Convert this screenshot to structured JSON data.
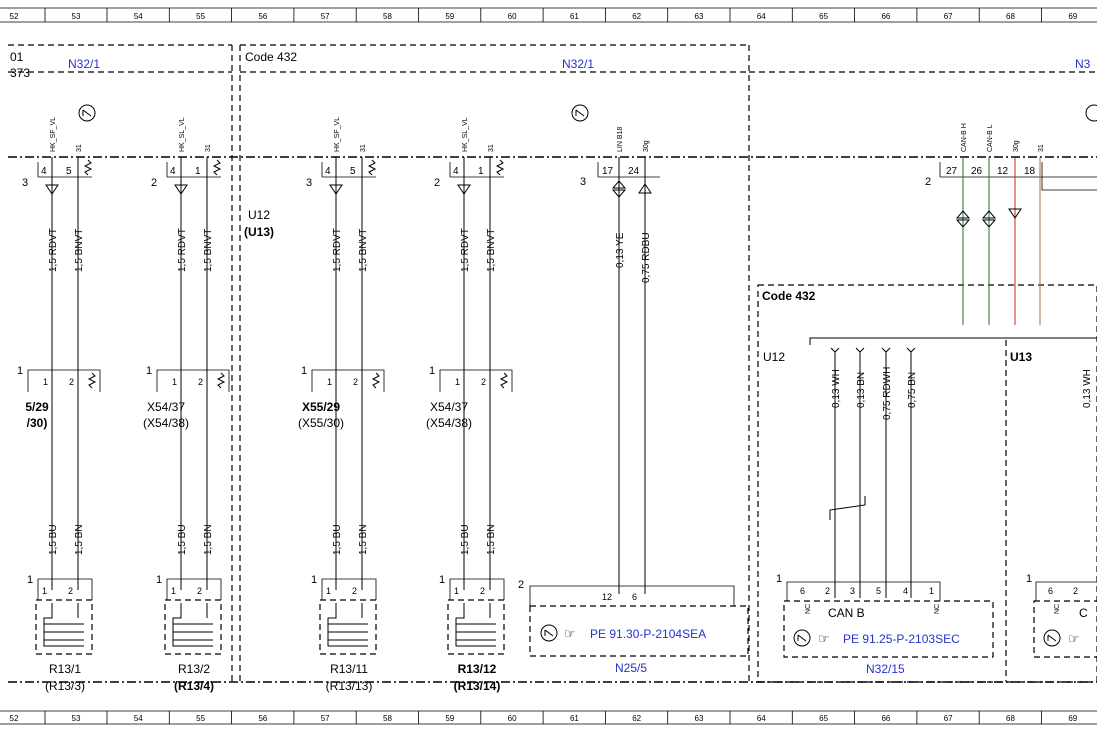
{
  "grid": [
    "52",
    "53",
    "54",
    "55",
    "56",
    "57",
    "58",
    "59",
    "60",
    "61",
    "62",
    "63",
    "64",
    "65",
    "66",
    "67",
    "68",
    "69"
  ],
  "labels": {
    "code_432_top": "Code 432",
    "code_432_mid": "Code 432",
    "n32_1_left": "N32/1",
    "n32_1_center": "N32/1",
    "n32_right": "N3",
    "frag_01": "01",
    "frag_373": "373",
    "u12_main": "U12",
    "u13_main": "(U13)",
    "u12_sub": "U12",
    "u13_sub": "U13",
    "can_b_1": "CAN B",
    "can_b_2": "C",
    "pe_1": "PE 91.30-P-2104SEA",
    "pe_2": "PE 91.25-P-2103SEC",
    "n25_5": "N25/5",
    "n32_15": "N32/15"
  },
  "units": [
    {
      "pin_top_a": "3",
      "term_a": "4",
      "term_b": "5",
      "sig_a": "HK_SF_VL",
      "sig_b": "31",
      "wire_a": "1,5 RDVT",
      "wire_b": "1,5 BNVT",
      "conn_no": "1",
      "conn_a": "1",
      "conn_b": "2",
      "conn_name": "5/29",
      "conn_alt": "/30)",
      "heat_a": "1,5 BU",
      "heat_b": "1,5 BN",
      "res_no": "1",
      "res_a": "1",
      "res_b": "2",
      "res_name": "R13/1",
      "res_alt": "(R13/3)"
    },
    {
      "pin_top_a": "2",
      "term_a": "4",
      "term_b": "1",
      "sig_a": "HK_SL_VL",
      "sig_b": "31",
      "wire_a": "1,5 RDVT",
      "wire_b": "1,5 BNVT",
      "conn_no": "1",
      "conn_a": "1",
      "conn_b": "2",
      "conn_name": "X54/37",
      "conn_alt": "(X54/38)",
      "heat_a": "1,5 BU",
      "heat_b": "1,5 BN",
      "res_no": "1",
      "res_a": "1",
      "res_b": "2",
      "res_name": "R13/2",
      "res_alt": "(R13/4)"
    },
    {
      "pin_top_a": "3",
      "term_a": "4",
      "term_b": "5",
      "sig_a": "HK_SF_VL",
      "sig_b": "31",
      "wire_a": "1,5 RDVT",
      "wire_b": "1,5 BNVT",
      "conn_no": "1",
      "conn_a": "1",
      "conn_b": "2",
      "conn_name": "X55/29",
      "conn_alt": "(X55/30)",
      "heat_a": "1,5 BU",
      "heat_b": "1,5 BN",
      "res_no": "1",
      "res_a": "1",
      "res_b": "2",
      "res_name": "R13/11",
      "res_alt": "(R13/13)"
    },
    {
      "pin_top_a": "2",
      "term_a": "4",
      "term_b": "1",
      "sig_a": "HK_SL_VL",
      "sig_b": "31",
      "wire_a": "1,5 RDVT",
      "wire_b": "1,5 BNVT",
      "conn_no": "1",
      "conn_a": "1",
      "conn_b": "2",
      "conn_name": "X54/37",
      "conn_alt": "(X54/38)",
      "heat_a": "1,5 BU",
      "heat_b": "1,5 BN",
      "res_no": "1",
      "res_a": "1",
      "res_b": "2",
      "res_name": "R13/12",
      "res_alt": "(R13/14)"
    }
  ],
  "linb": {
    "pin_top": "3",
    "term_a": "17",
    "term_b": "24",
    "sig_a": "LIN B18",
    "sig_b": "30g",
    "wire_a": "0,13 YE",
    "wire_b": "0,75 RDBU",
    "box_no": "2",
    "box_a": "12",
    "box_b": "6"
  },
  "canb": {
    "pin_top": "2",
    "terms": [
      "27",
      "26",
      "12",
      "18"
    ],
    "sigs": [
      "CAN-B H",
      "CAN-B L",
      "30g",
      "31"
    ],
    "wires": [
      "0,13 WH",
      "0,13 BN",
      "0,75 RDWH",
      "0,75 BN"
    ],
    "wire_right": "0,13 WH",
    "box_no": "1",
    "box_pins": [
      "6",
      "2",
      "3",
      "5",
      "4",
      "1"
    ],
    "box2_no": "1",
    "box2_pins": [
      "6",
      "2"
    ],
    "nc": "NC"
  },
  "colors": {
    "blue_text": "#2233cc",
    "green_wire": "#2e6b2e",
    "red_wire": "#cc2222",
    "brown_wire": "#a07050"
  }
}
